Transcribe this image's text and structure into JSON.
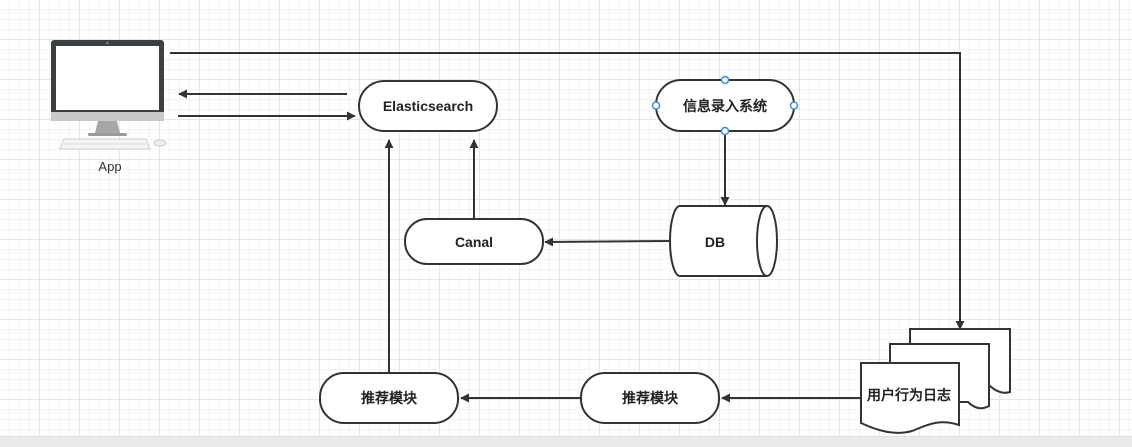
{
  "nodes": {
    "app": {
      "label": "App",
      "icon": "desktop-computer-icon"
    },
    "elasticsearch": {
      "label": "Elasticsearch"
    },
    "info_system": {
      "label": "信息录入系统"
    },
    "canal": {
      "label": "Canal"
    },
    "db": {
      "label": "DB"
    },
    "user_log": {
      "label": "用户行为日志"
    },
    "recommend_1": {
      "label": "推荐模块"
    },
    "recommend_2": {
      "label": "推荐模块"
    }
  },
  "edges": [
    {
      "from": "elasticsearch",
      "to": "app"
    },
    {
      "from": "app",
      "to": "elasticsearch"
    },
    {
      "from": "app",
      "to": "user_log"
    },
    {
      "from": "info_system",
      "to": "db"
    },
    {
      "from": "db",
      "to": "canal"
    },
    {
      "from": "canal",
      "to": "elasticsearch"
    },
    {
      "from": "user_log",
      "to": "recommend_2"
    },
    {
      "from": "recommend_2",
      "to": "recommend_1"
    },
    {
      "from": "recommend_1",
      "to": "elasticsearch"
    }
  ],
  "colors": {
    "stroke": "#333333",
    "selection_handle": "#3a8ee6",
    "background": "#ffffff",
    "grid": "#e6e6e6"
  }
}
